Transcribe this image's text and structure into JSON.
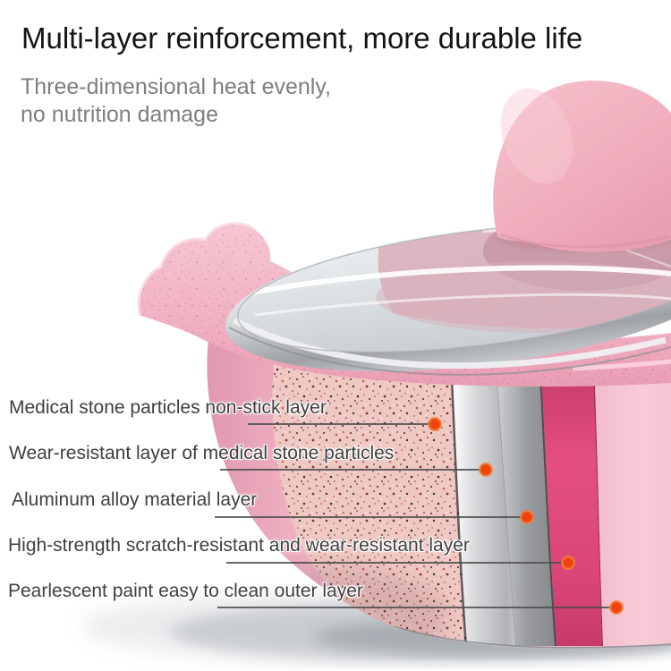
{
  "header": {
    "title": "Multi-layer reinforcement, more durable life",
    "subtitle_line1": "Three-dimensional heat evenly,",
    "subtitle_line2": "no nutrition damage"
  },
  "callouts": [
    {
      "text": "Medical stone particles non-stick layer",
      "layer_color": "#efc6c1"
    },
    {
      "text": "Wear-resistant layer of medical stone particles",
      "layer_color": "#c9cbcd"
    },
    {
      "text": "Aluminum alloy material layer",
      "layer_color": "#97999c"
    },
    {
      "text": "High-strength scratch-resistant and wear-resistant layer",
      "layer_color": "#e04a7d"
    },
    {
      "text": "Pearlescent paint easy to clean outer layer",
      "layer_color": "#f6c5d3"
    }
  ],
  "colors": {
    "dot_accent": "#ed430d",
    "title_text": "#141414",
    "subtitle_text": "#7e7e7e",
    "label_text": "#3f3f3f",
    "pot_pink": "#f3b9c7",
    "knob_pink": "#f2b6c2",
    "magenta_layer": "#e04a7d",
    "speckle_layer": "#efc6c1",
    "glass": "#dde2e5",
    "background": "#ffffff"
  }
}
